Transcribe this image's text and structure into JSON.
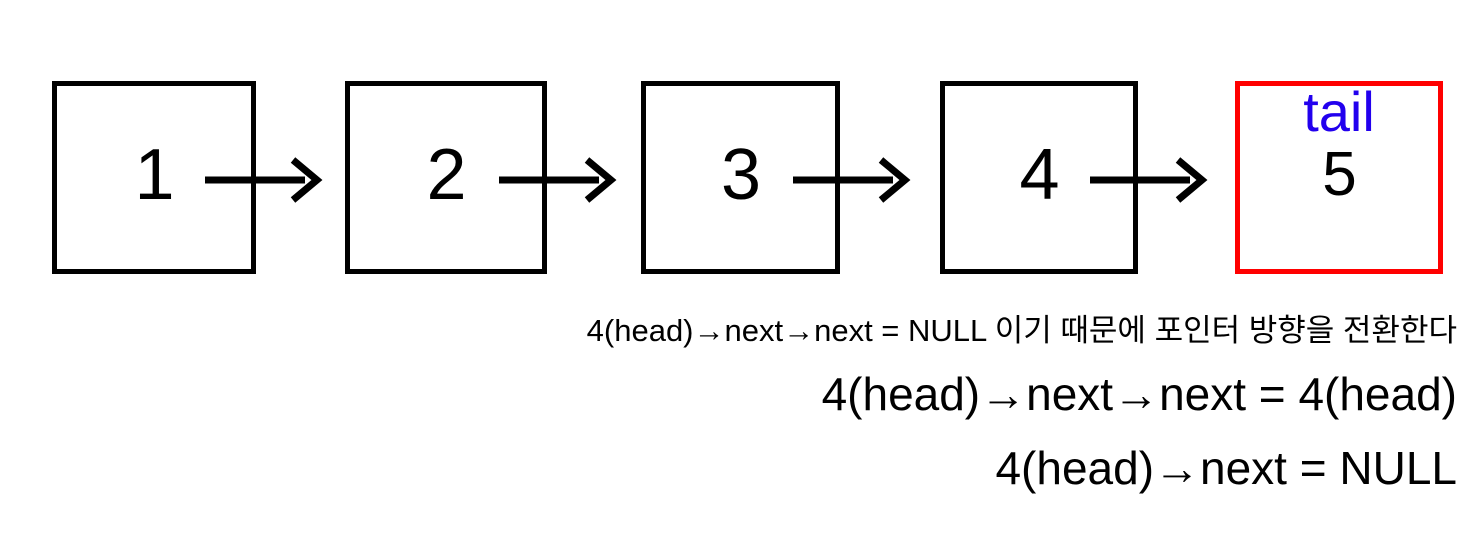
{
  "diagram": {
    "title": "singly linked list pointer reversal step",
    "colors": {
      "node_border": "#000000",
      "tail_border": "#ff0000",
      "tail_label": "#2200ee",
      "text": "#000000",
      "background": "#ffffff"
    },
    "nodes": [
      {
        "value": "1",
        "tag": "",
        "highlight": false
      },
      {
        "value": "2",
        "tag": "",
        "highlight": false
      },
      {
        "value": "3",
        "tag": "",
        "highlight": false
      },
      {
        "value": "4",
        "tag": "",
        "highlight": false
      },
      {
        "value": "5",
        "tag": "tail",
        "highlight": true
      }
    ],
    "arrows": [
      {
        "from": "1",
        "to": "2",
        "direction": "right"
      },
      {
        "from": "2",
        "to": "3",
        "direction": "right"
      },
      {
        "from": "3",
        "to": "4",
        "direction": "right"
      },
      {
        "from": "4",
        "to": "5",
        "direction": "right"
      }
    ],
    "captions": [
      {
        "text": "4(head)→next→next = NULL 이기 때문에 포인터 방향을 전환한다",
        "size": "small"
      },
      {
        "text": "4(head)→next→next = 4(head)",
        "size": "large"
      },
      {
        "text": "4(head)→next = NULL",
        "size": "large"
      }
    ]
  }
}
